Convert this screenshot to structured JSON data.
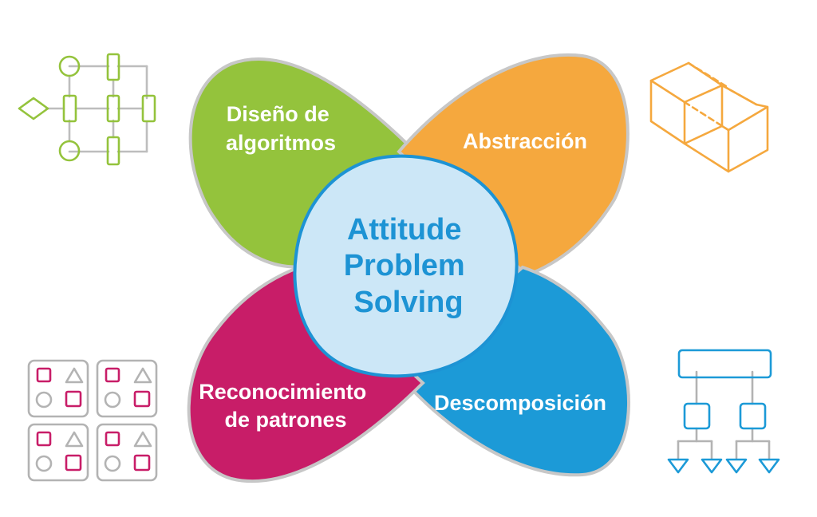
{
  "center": {
    "lines": [
      "Attitude",
      "Problem",
      "Solving"
    ],
    "fill_color": "#cce7f7",
    "stroke_color": "#1d93d4",
    "text_color": "#1d93d4"
  },
  "petals": {
    "green": {
      "lines": [
        "Diseño de",
        "algoritmos"
      ],
      "color": "#94c33c"
    },
    "orange": {
      "lines": [
        "Abstracción"
      ],
      "color": "#f5a83e"
    },
    "magenta": {
      "lines": [
        "Reconocimiento",
        "de patrones"
      ],
      "color": "#c81d68"
    },
    "blue": {
      "lines": [
        "Descomposición"
      ],
      "color": "#1c9ad7"
    }
  },
  "petal_outline_color": "#c7c7c7",
  "icons": {
    "algorithm": {
      "name": "flowchart-icon",
      "color": "#94c33c",
      "connector_color": "#bdbdbd"
    },
    "abstraction": {
      "name": "cubes-icon",
      "color": "#f5a83e"
    },
    "patterns": {
      "name": "pattern-grid-icon",
      "color": "#c81d68",
      "neutral_color": "#b3b3b3"
    },
    "decomposition": {
      "name": "hierarchy-icon",
      "color": "#1c9ad7",
      "connector_color": "#b3b3b3"
    }
  }
}
